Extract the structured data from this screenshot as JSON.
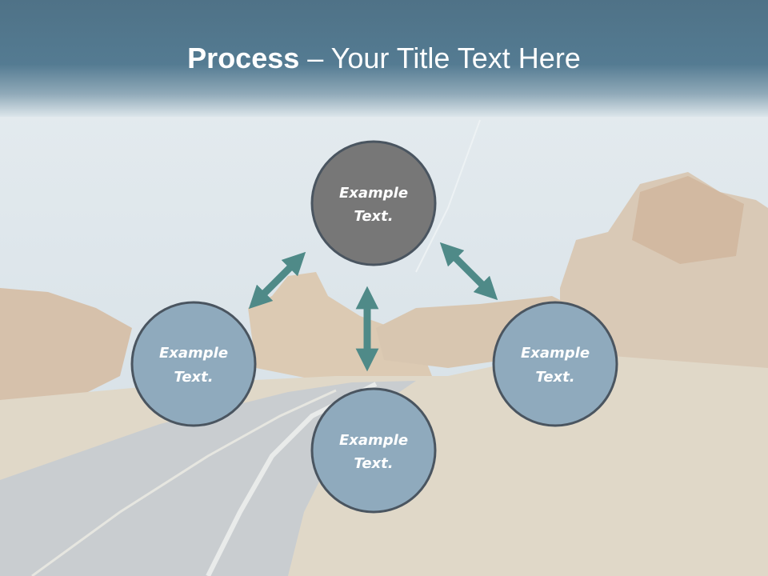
{
  "slide": {
    "title_bold": "Process",
    "title_separator": " – ",
    "title_rest": "Your Title Text Here"
  },
  "diagram": {
    "nodes": [
      {
        "id": "top",
        "line1": "Example",
        "line2": "Text.",
        "fill": "#777777"
      },
      {
        "id": "left",
        "line1": "Example",
        "line2": "Text.",
        "fill": "#8faabd"
      },
      {
        "id": "right",
        "line1": "Example",
        "line2": "Text.",
        "fill": "#8faabd"
      },
      {
        "id": "bottom",
        "line1": "Example",
        "line2": "Text.",
        "fill": "#8faabd"
      }
    ],
    "node_outline": "#4a5560",
    "arrow_color": "#4f8a88"
  }
}
